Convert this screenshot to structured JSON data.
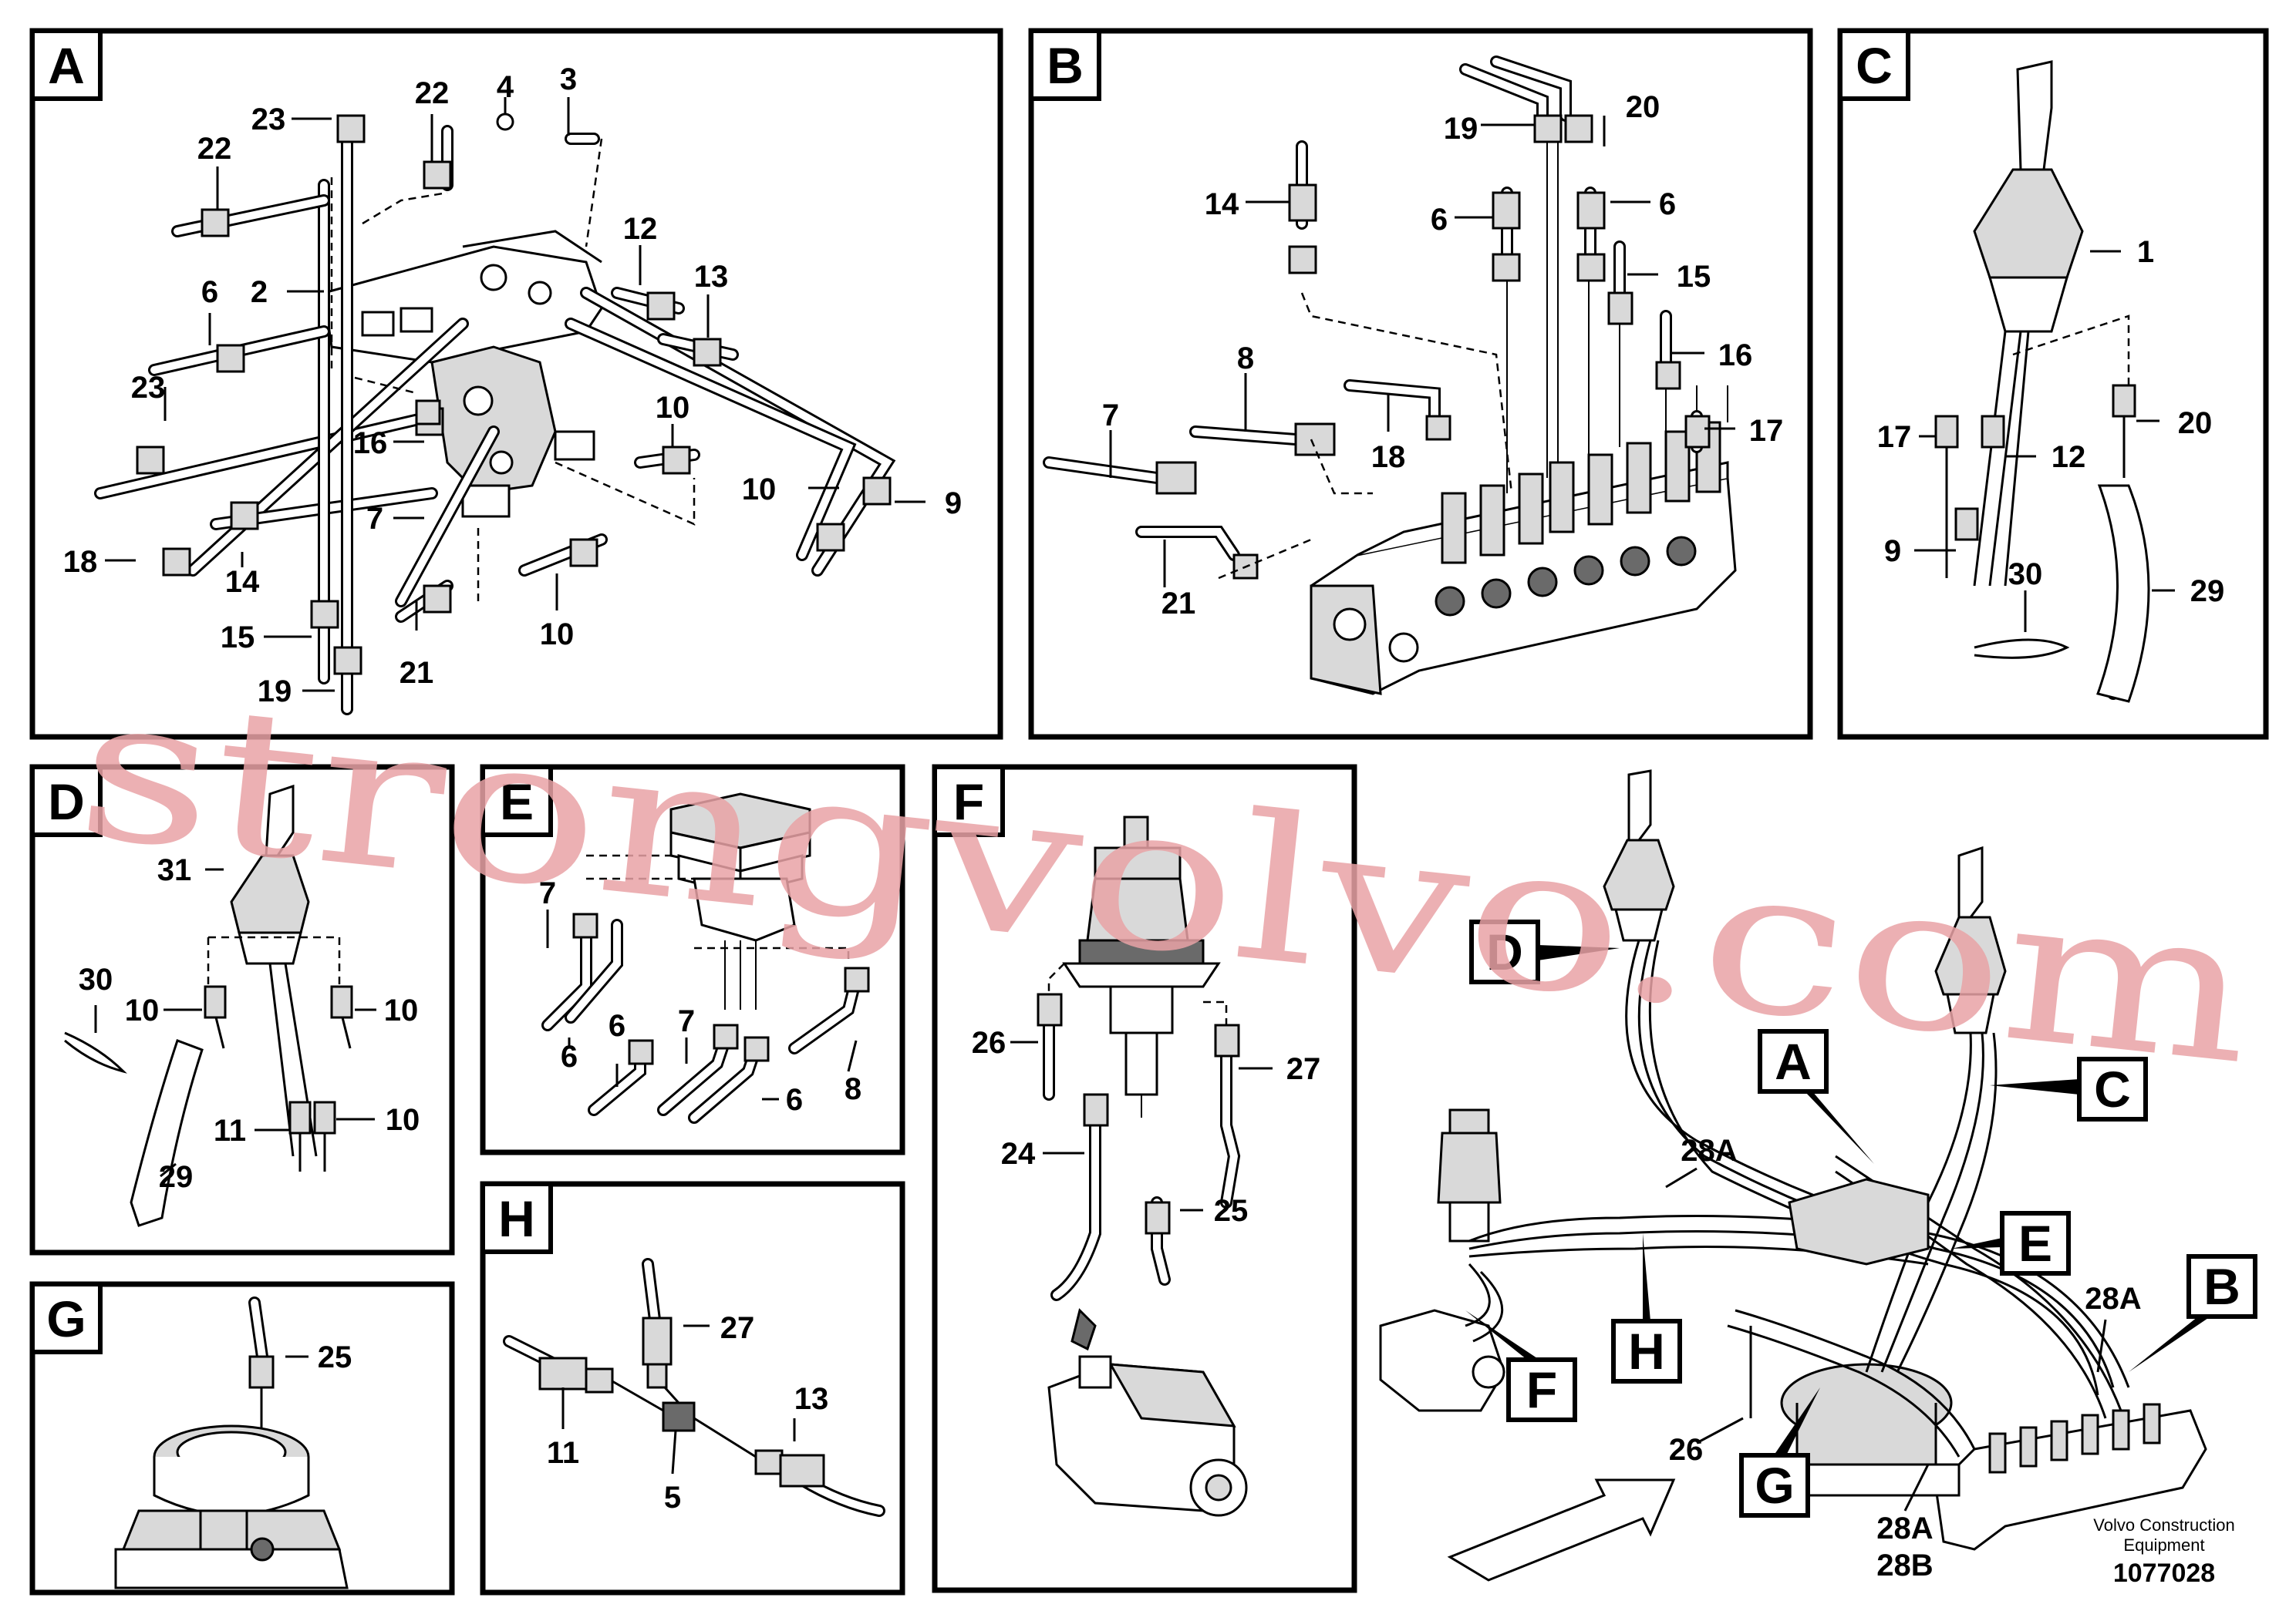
{
  "panels": {
    "A": {
      "tag": "A",
      "labels": [
        "23",
        "22",
        "22",
        "4",
        "3",
        "2",
        "12",
        "13",
        "6",
        "23",
        "16",
        "10",
        "10",
        "9",
        "7",
        "18",
        "14",
        "15",
        "19",
        "21",
        "10"
      ]
    },
    "B": {
      "tag": "B",
      "labels": [
        "20",
        "19",
        "14",
        "6",
        "6",
        "15",
        "16",
        "8",
        "7",
        "18",
        "17",
        "21"
      ]
    },
    "C": {
      "tag": "C",
      "labels": [
        "1",
        "17",
        "20",
        "12",
        "9",
        "30",
        "29"
      ]
    },
    "D": {
      "tag": "D",
      "labels": [
        "31",
        "30",
        "10",
        "10",
        "11",
        "10",
        "29"
      ]
    },
    "E": {
      "tag": "E",
      "labels": [
        "7",
        "6",
        "6",
        "7",
        "6",
        "8"
      ]
    },
    "F": {
      "tag": "F",
      "labels": [
        "26",
        "27",
        "24",
        "25"
      ]
    },
    "G": {
      "tag": "G",
      "labels": [
        "25"
      ]
    },
    "H": {
      "tag": "H",
      "labels": [
        "27",
        "13",
        "11",
        "5"
      ]
    },
    "overview": {
      "tags": [
        "D",
        "A",
        "C",
        "E",
        "H",
        "F",
        "B",
        "G"
      ],
      "labels": [
        "28A",
        "28A",
        "26",
        "28A",
        "28B"
      ]
    }
  },
  "watermark": "strongvolvo.com",
  "credit": {
    "line1": "Volvo Construction",
    "line2": "Equipment",
    "doc_number": "1077028"
  }
}
